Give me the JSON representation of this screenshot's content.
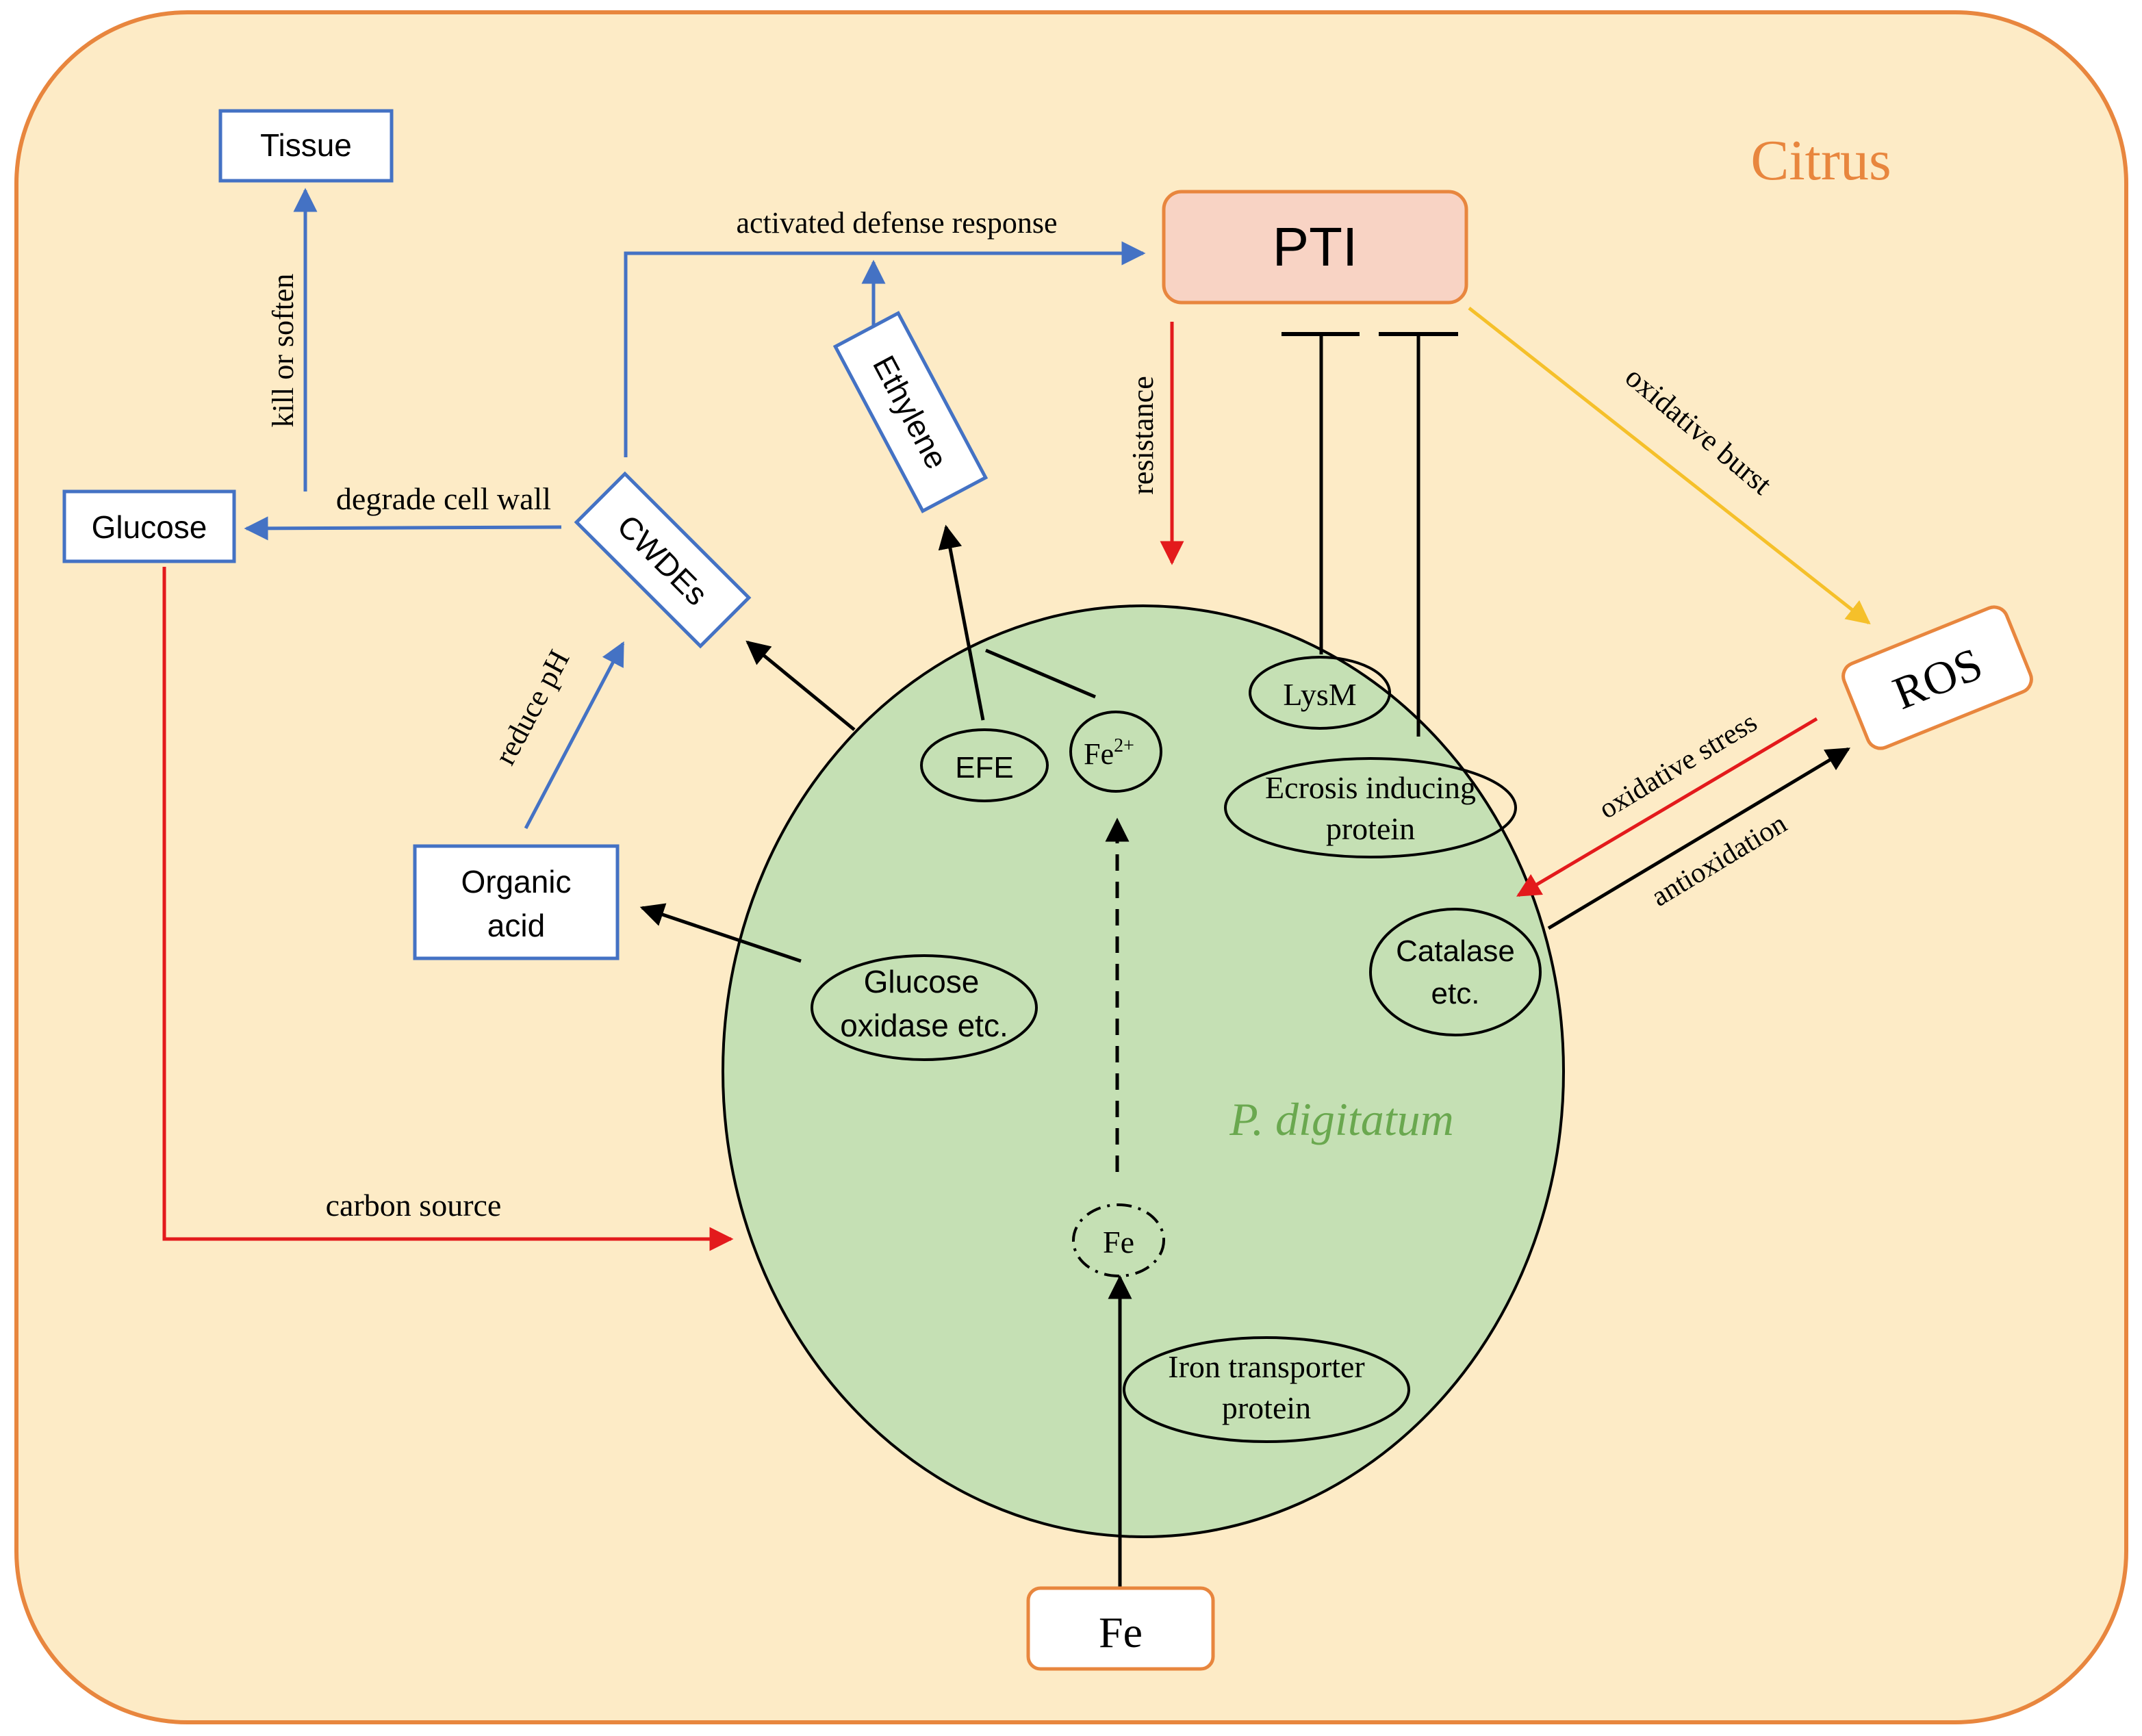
{
  "labels": {
    "citrus": "Citrus",
    "pathogen": "P. digitatum"
  },
  "boxes": {
    "tissue": "Tissue",
    "glucose": "Glucose",
    "organic_acid_line1": "Organic",
    "organic_acid_line2": "acid",
    "cwdes": "CWDEs",
    "ethylene": "Ethylene",
    "pti": "PTI",
    "ros": "ROS",
    "fe_source": "Fe"
  },
  "ellipses": {
    "lysm": "LysM",
    "efe": "EFE",
    "fe2_base": "Fe",
    "fe2_sup": "2+",
    "necrosis_line1": "Ecrosis inducing",
    "necrosis_line2": "protein",
    "glucose_oxidase_line1": "Glucose",
    "glucose_oxidase_line2": "oxidase etc.",
    "catalase_line1": "Catalase",
    "catalase_line2": "etc.",
    "fe_inner": "Fe",
    "iron_transporter_line1": "Iron transporter",
    "iron_transporter_line2": "protein"
  },
  "edge_labels": {
    "kill_or_soften": "kill or soften",
    "degrade_cell_wall": "degrade  cell wall",
    "activated_defense": "activated  defense  response",
    "reduce_ph": "reduce pH",
    "resistance": "resistance",
    "oxidative_burst": "oxidative burst",
    "oxidative_stress": "oxidative stress",
    "antioxidation": "antioxidation",
    "carbon_source": "carbon source"
  },
  "colors": {
    "cell_fill": "#fdebc6",
    "cell_border": "#e8863e",
    "citrus_text": "#e8863e",
    "pathogen_fill": "#c5e0b4",
    "pathogen_text": "#6aa84f",
    "blue": "#4472c4",
    "red": "#e31a1c",
    "yellow": "#f5c02a",
    "black": "#000000",
    "pti_fill": "#f8d3c4",
    "orange_box_border": "#e8863e"
  }
}
